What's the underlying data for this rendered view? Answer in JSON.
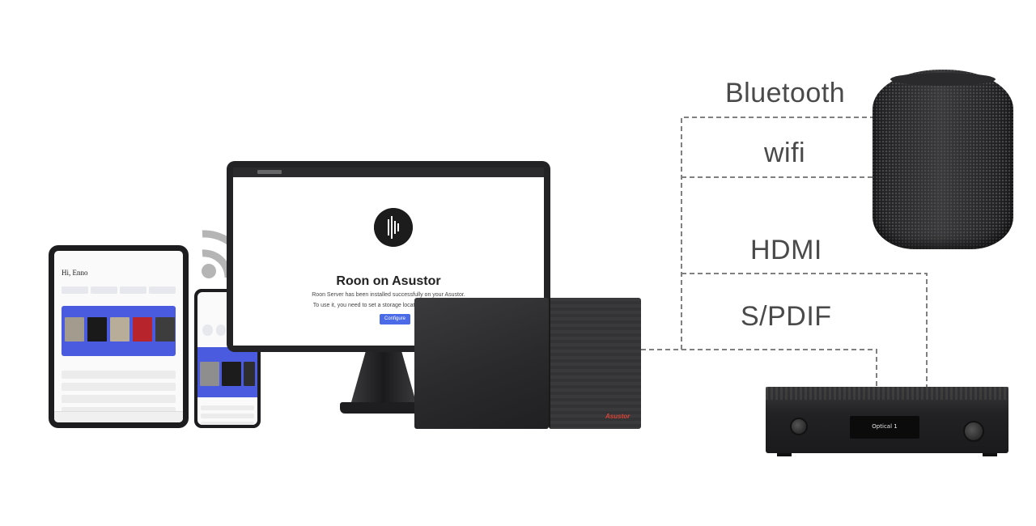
{
  "connections": {
    "bluetooth_label": "Bluetooth",
    "wifi_label": "wifi",
    "hdmi_label": "HDMI",
    "spdif_label": "S/PDIF"
  },
  "tablet": {
    "greeting": "Hi, Enno"
  },
  "monitor": {
    "screen_title": "Roon on Asustor",
    "message_line1": "Roon Server has been installed successfully on your Asustor.",
    "message_line2": "To use it, you need to set a storage location for Roon to look",
    "configure_label": "Configure"
  },
  "nas": {
    "brand": "Asustor"
  },
  "amplifier": {
    "display_text": "Optical 1"
  },
  "colors": {
    "accent_blue": "#4a5be0",
    "brand_red": "#d94234",
    "line_gray": "#808080"
  }
}
